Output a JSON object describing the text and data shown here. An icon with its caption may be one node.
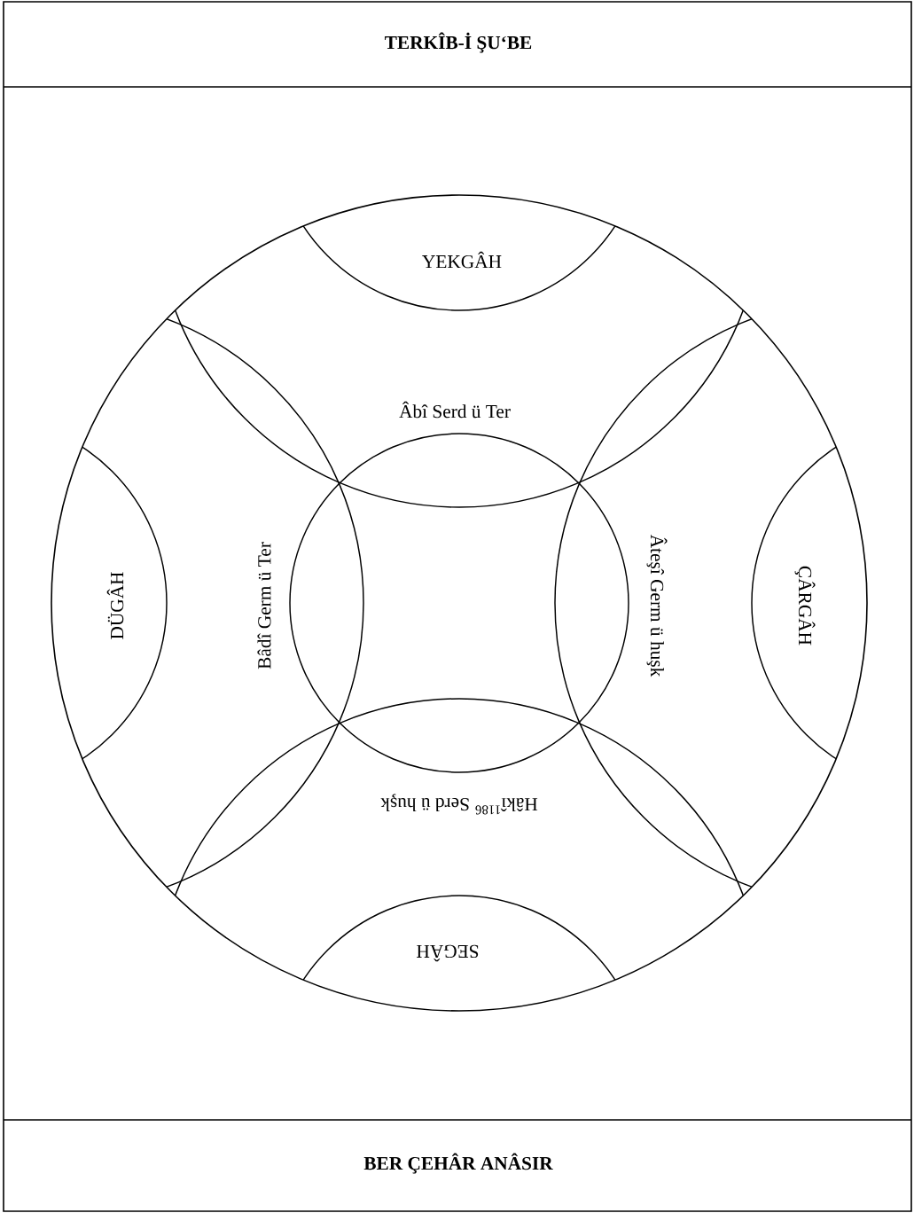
{
  "diagram": {
    "title": "TERKÎB-İ ŞU‘BE",
    "caption": "BER ÇEHÂR ANÂSIR",
    "labels": [
      "YEKGÂH",
      "Âbî Serd ü Ter",
      "DÜGÂH",
      "Bâdî Germ ü Ter",
      "Âteşî Germ ü huşk",
      "ÇÂRGÂH",
      "Hâkî$^{1186}$ Serd ü huşk",
      "SEGÂH"
    ]
  }
}
